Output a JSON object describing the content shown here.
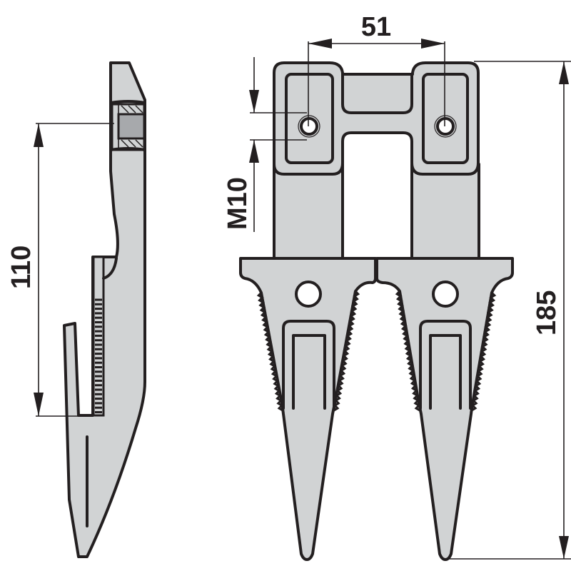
{
  "drawing": {
    "subject": "double knife guard",
    "views": [
      "side-view",
      "front-view"
    ],
    "colors": {
      "part_fill": "#d1d3d4",
      "line": "#231f20",
      "background": "#ffffff"
    }
  },
  "dimensions": {
    "hole_spacing": {
      "label": "51",
      "orientation": "horizontal"
    },
    "thread": {
      "label": "M10",
      "orientation": "vertical"
    },
    "side_length": {
      "label": "110",
      "orientation": "vertical"
    },
    "overall_length": {
      "label": "185",
      "orientation": "vertical"
    }
  }
}
